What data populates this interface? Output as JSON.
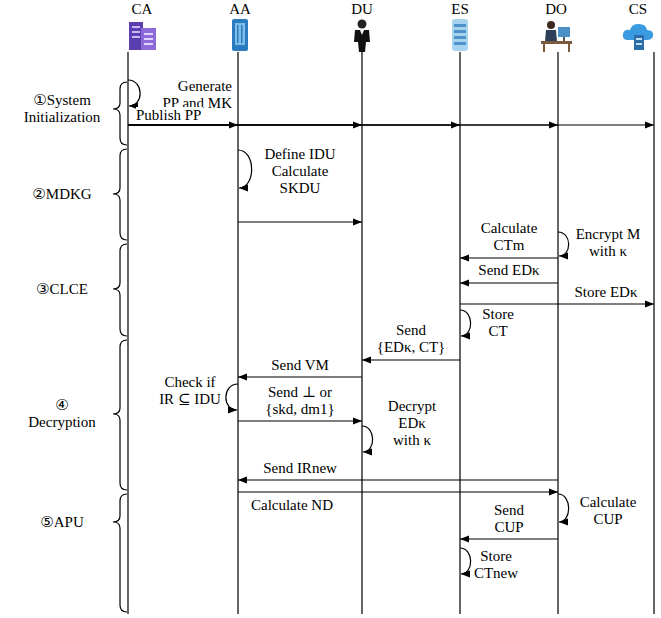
{
  "diagram": {
    "nodes": [
      {
        "text": [
          "CA"
        ]
      },
      {
        "text": [
          "AA"
        ]
      },
      {
        "text": [
          "DU"
        ]
      },
      {
        "text": [
          "ES"
        ]
      },
      {
        "text": [
          "DO"
        ]
      },
      {
        "text": [
          "CS"
        ]
      }
    ],
    "edges": [
      {
        "from": 0,
        "to": 1,
        "arrow": "to",
        "label": "Publish PP"
      },
      {
        "from": 0,
        "to": 2,
        "arrow": "to"
      },
      {
        "from": 0,
        "to": 3,
        "arrow": "to"
      },
      {
        "from": 0,
        "to": 4,
        "arrow": "to"
      },
      {
        "from": 0,
        "to": 5,
        "arrow": "to"
      },
      {
        "from": 1,
        "to": 2,
        "arrow": "to"
      },
      {
        "from": 4,
        "to": 3,
        "arrow": "to",
        "label": "Calculate CTm"
      },
      {
        "from": 4,
        "to": 3,
        "arrow": "to",
        "label": "Send EDκ"
      },
      {
        "from": 3,
        "to": 5,
        "arrow": "to",
        "label": "Store EDκ"
      },
      {
        "from": 3,
        "to": 2,
        "arrow": "to",
        "label": "Send {EDκ, CT}"
      },
      {
        "from": 2,
        "to": 1,
        "arrow": "to",
        "label": "Send VM"
      },
      {
        "from": 1,
        "to": 2,
        "arrow": "to",
        "label": "Send ⊥ or {skd, dm1}"
      },
      {
        "from": 4,
        "to": 1,
        "arrow": "to",
        "label": "Send IRnew"
      },
      {
        "from": 1,
        "to": 4,
        "arrow": "to",
        "label": "Calculate ND"
      },
      {
        "from": 4,
        "to": 3,
        "arrow": "to",
        "label": "Send CUP"
      }
    ],
    "labels": [
      "①System Initialization",
      "②MDKG",
      "③CLCE",
      "④ Decryption",
      "⑤APU",
      "Generate PP and MK",
      "Define IDU Calculate SKDU",
      "Encrypt M with κ",
      "Store CT",
      "Check if IR ⊆ IDU",
      "Decrypt EDκ with κ",
      "Calculate CUP",
      "Store CTnew"
    ]
  }
}
